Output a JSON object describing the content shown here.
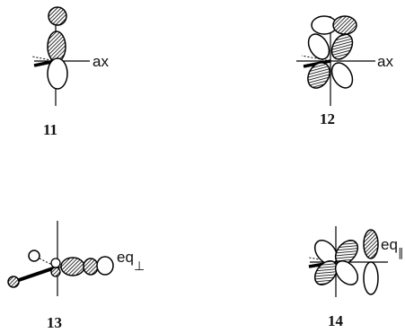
{
  "figure": {
    "structures": [
      {
        "number": "11",
        "label": "ax"
      },
      {
        "number": "12",
        "label": "ax"
      },
      {
        "number": "13",
        "label": "eq",
        "label_subscript": "⊥"
      },
      {
        "number": "14",
        "label": "eq",
        "label_subscript": "∥"
      }
    ]
  }
}
